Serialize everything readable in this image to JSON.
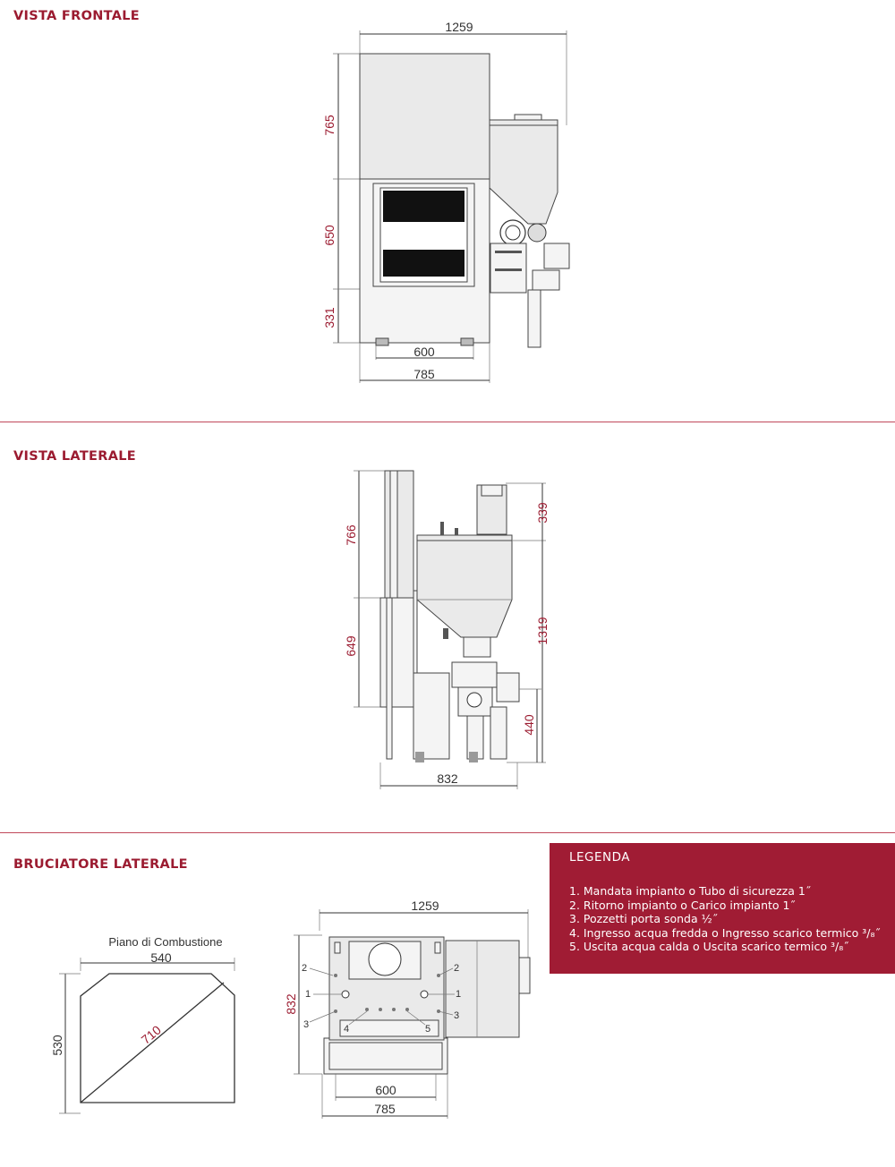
{
  "sections": {
    "front": {
      "title": "VISTA FRONTALE"
    },
    "side": {
      "title": "VISTA LATERALE"
    },
    "burner": {
      "title": "BRUCIATORE LATERALE"
    }
  },
  "front_view": {
    "dims": {
      "width_total": "1259",
      "h_top": "765",
      "h_mid": "650",
      "h_bottom": "331",
      "base_inner": "600",
      "base_outer": "785"
    }
  },
  "side_view": {
    "dims": {
      "h_top_left": "766",
      "h_bottom_left": "649",
      "h_top_right": "339",
      "h_mid_right": "1319",
      "h_bottom_right": "440",
      "depth": "832"
    }
  },
  "burner_view": {
    "plane_label": "Piano di Combustione",
    "plane_dims": {
      "width": "540",
      "height": "530",
      "diagonal": "710"
    },
    "top_dims": {
      "width_total": "1259",
      "depth": "832",
      "base_inner": "600",
      "base_outer": "785"
    },
    "markers": {
      "m1": "1",
      "m2": "2",
      "m3": "3",
      "m4": "4",
      "m5": "5"
    }
  },
  "legend": {
    "title": "LEGENDA",
    "items": [
      "1. Mandata impianto o Tubo di sicurezza 1˝",
      "2. Ritorno impianto o Carico impianto 1˝",
      "3. Pozzetti porta sonda ½˝",
      "4. Ingresso acqua fredda o Ingresso scarico termico ³/₈˝",
      "5. Uscita acqua calda o Uscita scarico termico ³/₈˝"
    ]
  },
  "colors": {
    "accent": "#9b1b30",
    "legend_bg": "#a01c34"
  }
}
